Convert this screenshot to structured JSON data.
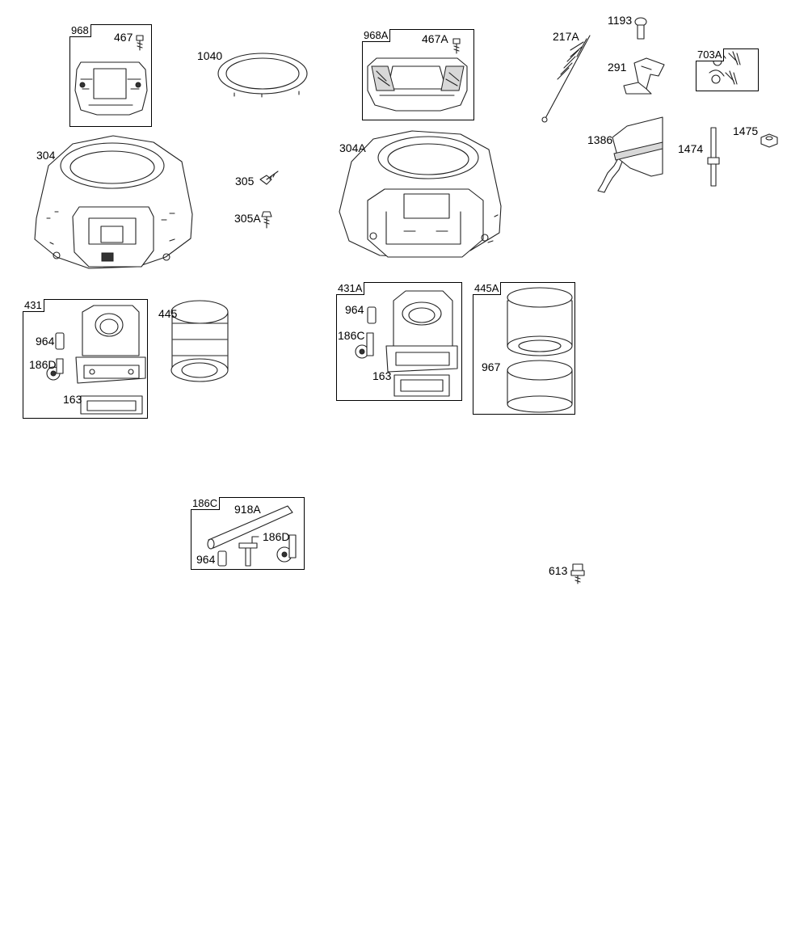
{
  "diagram": {
    "callouts": {
      "c968": "968",
      "c467": "467",
      "c1040": "1040",
      "c968A": "968A",
      "c467A": "467A",
      "c217A": "217A",
      "c1193": "1193",
      "c291": "291",
      "c703A": "703A",
      "c304": "304",
      "c305": "305",
      "c305A": "305A",
      "c304A": "304A",
      "c1386": "1386",
      "c1474": "1474",
      "c1475": "1475",
      "c431": "431",
      "c964a": "964",
      "c186Da": "186D",
      "c163a": "163",
      "c445": "445",
      "c431A": "431A",
      "c964b": "964",
      "c186Cb": "186C",
      "c163b": "163",
      "c445A": "445A",
      "c967": "967",
      "c186C": "186C",
      "c918A": "918A",
      "c964c": "964",
      "c186Dc": "186D",
      "c613": "613"
    }
  }
}
